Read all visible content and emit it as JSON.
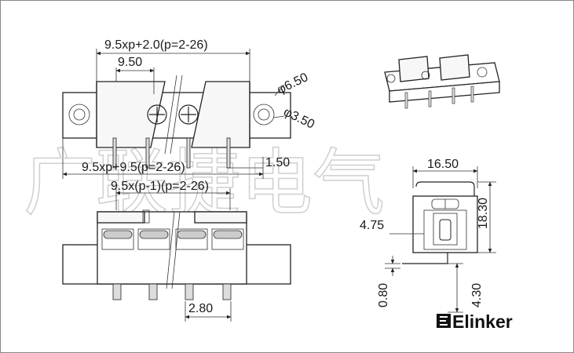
{
  "dimensions": {
    "total_width": "9.5xp+2.0(p=2-26)",
    "pitch": "9.50",
    "screw_hole_dia": "φ6.50",
    "mount_hole_dia": "φ3.50",
    "pin_span": "9.5xp+9.5(p=2-26)",
    "pin_offset": "1.50",
    "pin_pitch_span": "9.5x(p-1)(p=2-26)",
    "pin_tail": "2.80",
    "side_width": "16.50",
    "height": "18.30",
    "side_offset": "4.75",
    "pin_thickness": "0.80",
    "pin_length": "4.30"
  },
  "watermark": "广联捷电气",
  "brand": {
    "name": "Elinker",
    "color": "#111111"
  },
  "colors": {
    "line": "#222222",
    "watermark": "#cfcfcf",
    "pin": "#d9d9d9"
  }
}
